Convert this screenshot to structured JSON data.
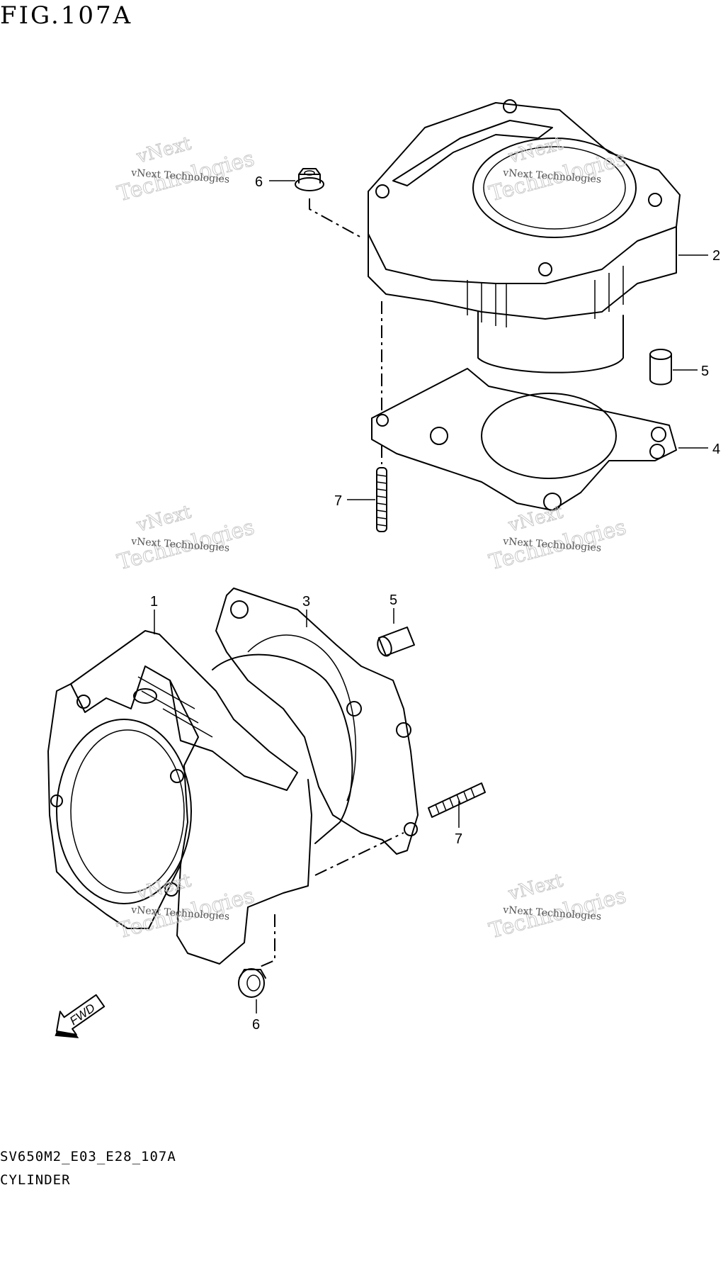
{
  "figure": {
    "title": "FIG.107A",
    "model_code": "SV650M2_E03_E28_107A",
    "name": "CYLINDER"
  },
  "watermark": {
    "line1": "vNext",
    "line2": "vNext Technologies",
    "line3": "Technologies"
  },
  "callouts": {
    "c2": "2",
    "c4": "4",
    "c5_top": "5",
    "c6_top": "6",
    "c7_top": "7",
    "c1": "1",
    "c3": "3",
    "c5_bottom": "5",
    "c6_bottom": "6",
    "c7_bottom": "7"
  },
  "fwd_label": "FWD"
}
